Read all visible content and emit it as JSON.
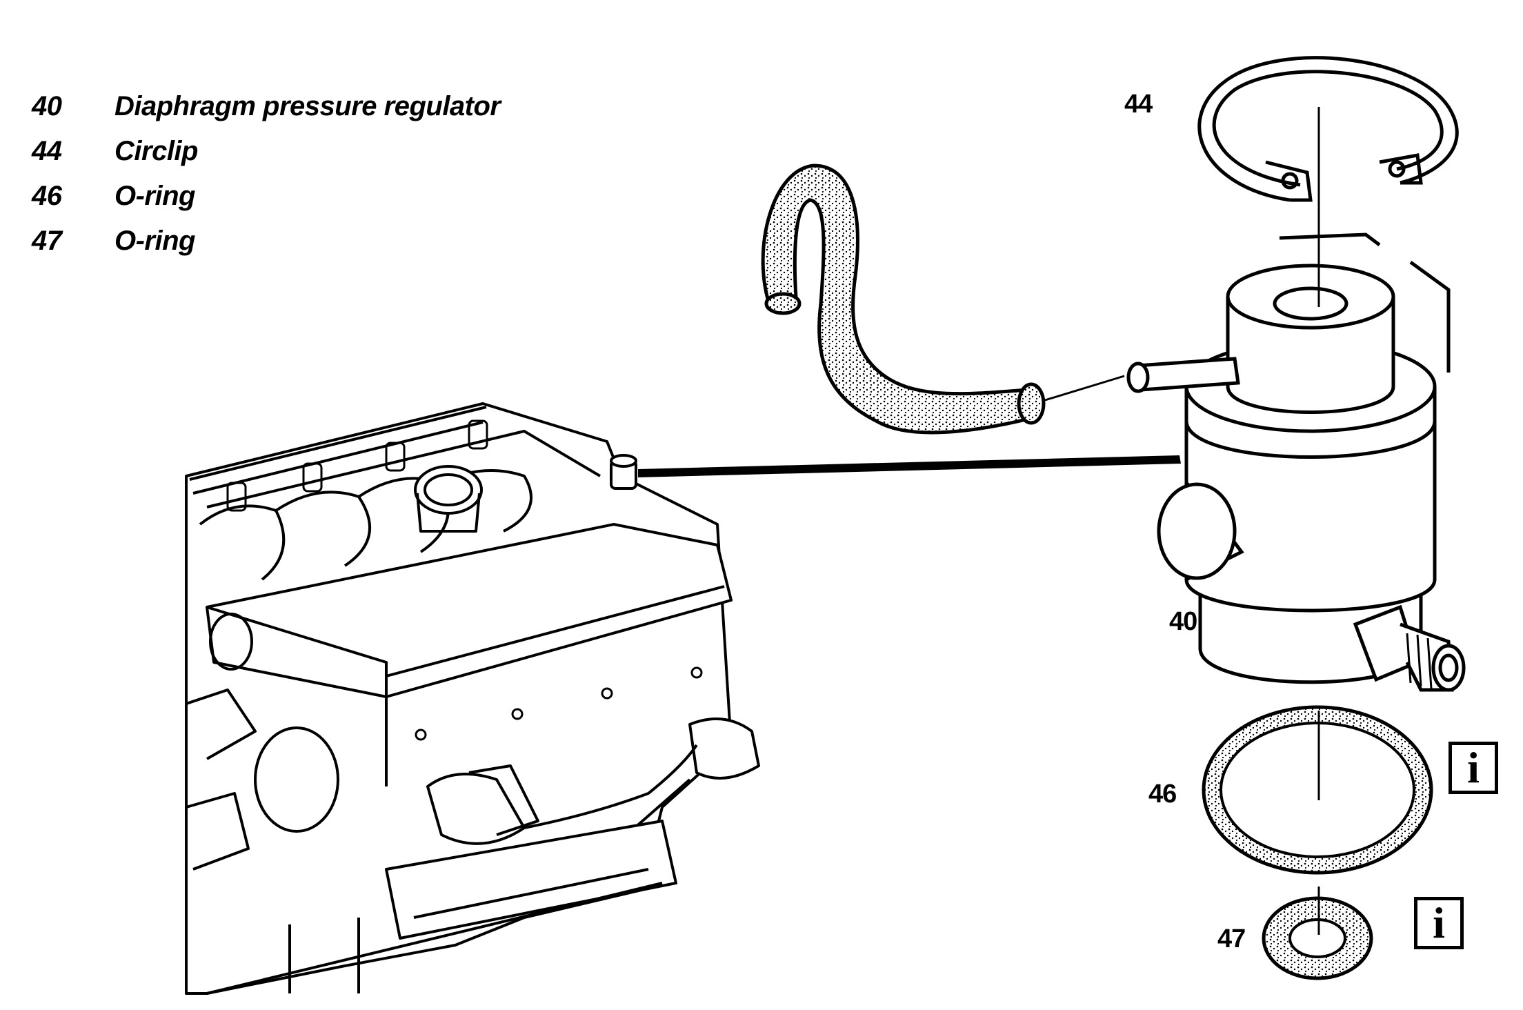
{
  "legend": [
    {
      "num": "40",
      "label": "Diaphragm pressure regulator"
    },
    {
      "num": "44",
      "label": "Circlip"
    },
    {
      "num": "46",
      "label": "O-ring"
    },
    {
      "num": "47",
      "label": "O-ring"
    }
  ],
  "callouts": {
    "c44": "44",
    "c40": "40",
    "c46": "46",
    "c47": "47"
  },
  "info_icon_glyph": "i",
  "colors": {
    "ink": "#000000",
    "paper": "#ffffff"
  }
}
